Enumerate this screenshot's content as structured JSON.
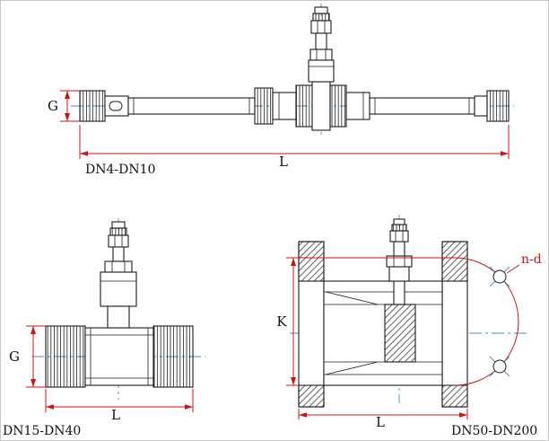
{
  "drawing": {
    "background": "#ffffff",
    "border_color": "#c9c9c9",
    "colors": {
      "outline": "#1c1c1c",
      "dimension_red": "#cc1414",
      "centerline_blue": "#3f8fc0"
    },
    "views": {
      "dn4_dn10": {
        "caption": "DN4-DN10",
        "dim_g_label": "G",
        "dim_l_label": "L"
      },
      "dn15_dn40": {
        "caption": "DN15-DN40",
        "dim_g_label": "G",
        "dim_l_label": "L"
      },
      "dn50_dn200": {
        "caption": "DN50-DN200",
        "dim_k_label": "K",
        "dim_l_label": "L",
        "bolt_circle_label": "n-d"
      }
    }
  }
}
